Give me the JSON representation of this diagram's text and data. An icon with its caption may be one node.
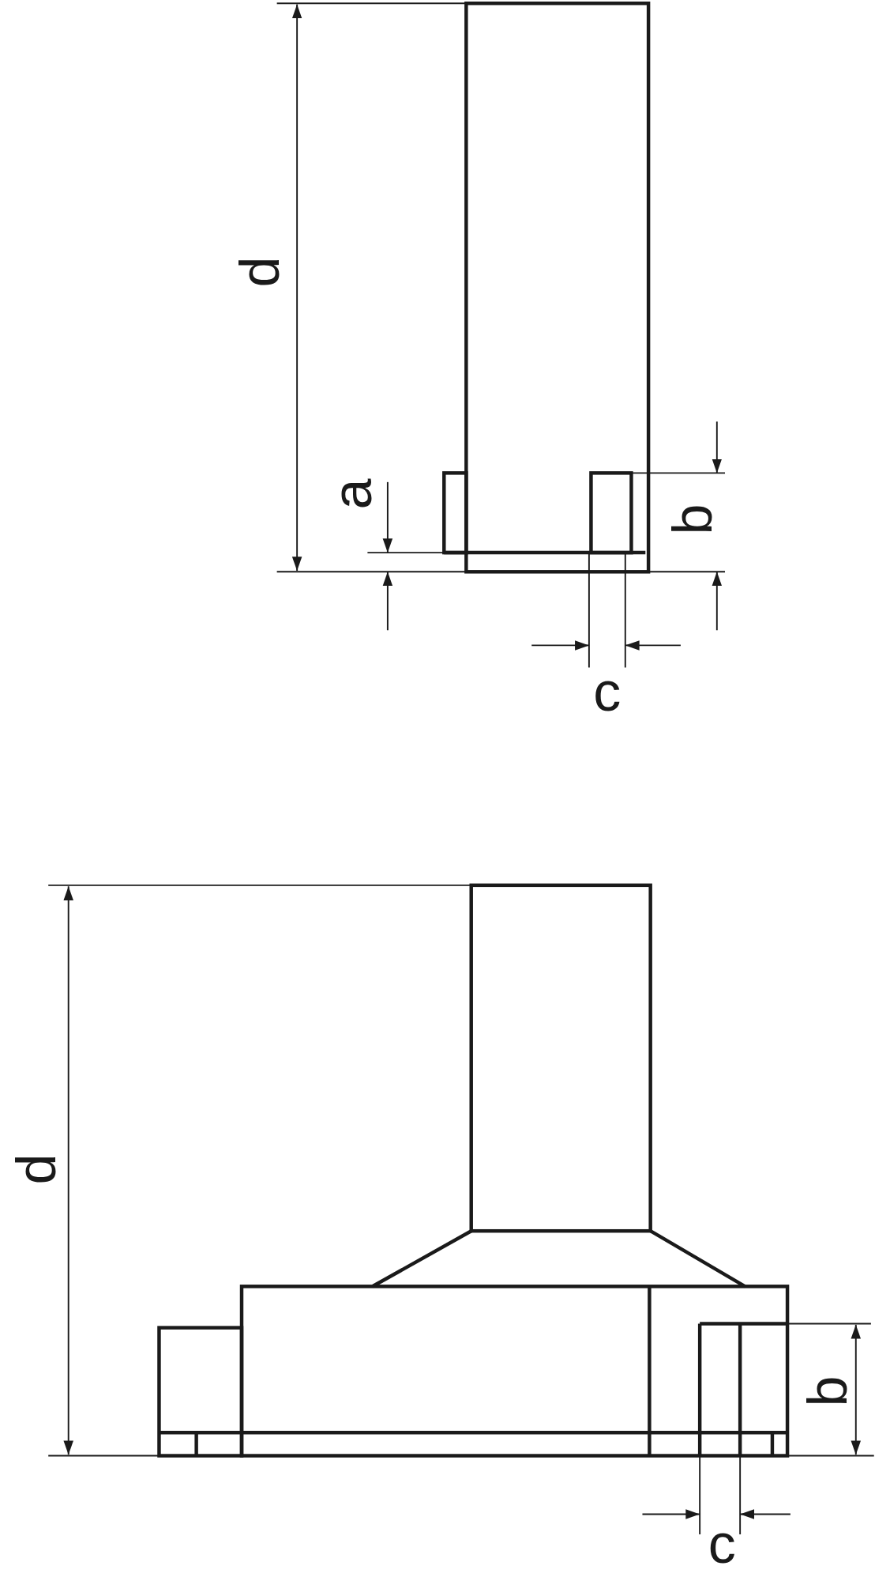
{
  "diagram": {
    "labels": [
      "d",
      "a",
      "b",
      "c",
      "d",
      "b",
      "c"
    ]
  }
}
